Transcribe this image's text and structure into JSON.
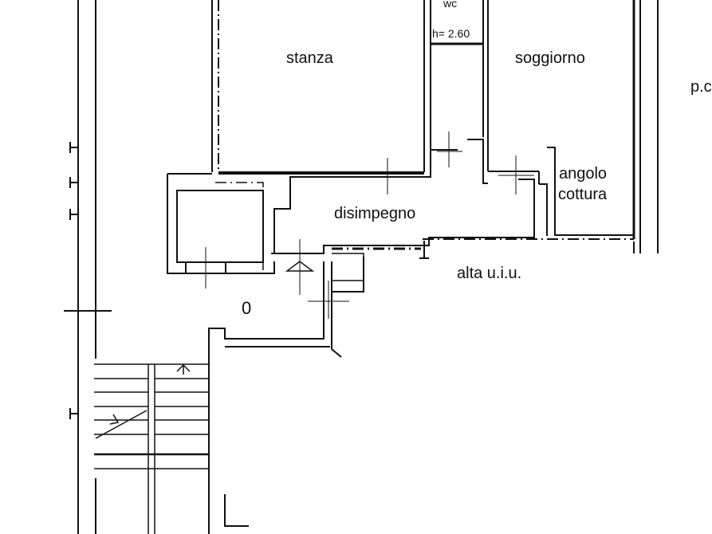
{
  "rooms": {
    "stanza": "stanza",
    "wc": "wc",
    "wc_height": "h= 2.60",
    "soggiorno": "soggiorno",
    "angolo_cottura_line1": "angolo",
    "angolo_cottura_line2": "cottura",
    "disimpegno": "disimpegno",
    "alta_uiu": "alta u.i.u.",
    "floor": "0",
    "edge_label": "p.c"
  },
  "colors": {
    "line": "#111111",
    "background": "#ffffff"
  }
}
